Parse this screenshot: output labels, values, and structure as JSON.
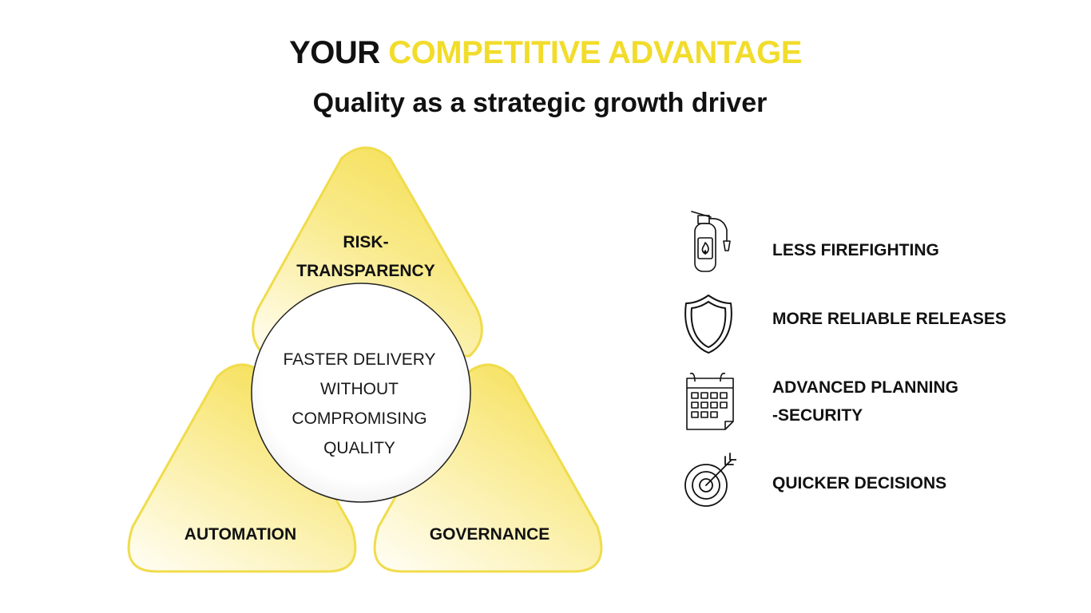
{
  "header": {
    "title_part1": "YOUR",
    "title_part2": "COMPETITIVE ADVANTAGE",
    "subtitle": "Quality as a strategic growth driver"
  },
  "diagram": {
    "triangles": [
      {
        "line1": "RISK-",
        "line2": "TRANSPARENCY"
      },
      {
        "line1": "AUTOMATION"
      },
      {
        "line1": "GOVERNANCE"
      }
    ],
    "center": {
      "lines": [
        "FASTER DELIVERY",
        "WITHOUT",
        "COMPROMISING",
        "QUALITY"
      ]
    },
    "colors": {
      "fill": "#f7e468",
      "stroke": "#f0dc4c",
      "accent": "#f2dc2b"
    }
  },
  "benefits": [
    {
      "icon": "fire-extinguisher-icon",
      "line1": "LESS FIREFIGHTING"
    },
    {
      "icon": "shield-icon",
      "line1": "MORE RELIABLE RELEASES"
    },
    {
      "icon": "calendar-icon",
      "line1": "ADVANCED PLANNING",
      "line2": "-SECURITY"
    },
    {
      "icon": "target-icon",
      "line1": "QUICKER DECISIONS"
    }
  ]
}
